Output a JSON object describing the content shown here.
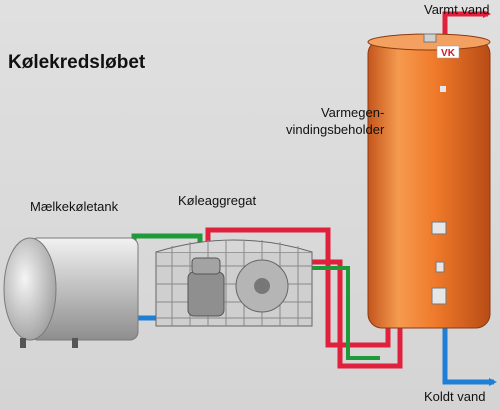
{
  "title": "Kølekredsløbet",
  "labels": {
    "milk_tank": "Mælkekøletank",
    "cooling_unit": "Køleaggregat",
    "heat_recovery_line1": "Varmegen-",
    "heat_recovery_line2": "vindingsbeholder",
    "warm_water": "Varmt vand",
    "cold_water": "Koldt vand"
  },
  "logo": {
    "text": "VK"
  },
  "colors": {
    "hot_pipe": "#e0203c",
    "cold_pipe": "#1f7fd6",
    "refrigerant_pipe": "#1f9a3a",
    "tank_body": "#f07a2a",
    "tank_shadow": "#b8501a",
    "background": "#d8d8d8"
  }
}
